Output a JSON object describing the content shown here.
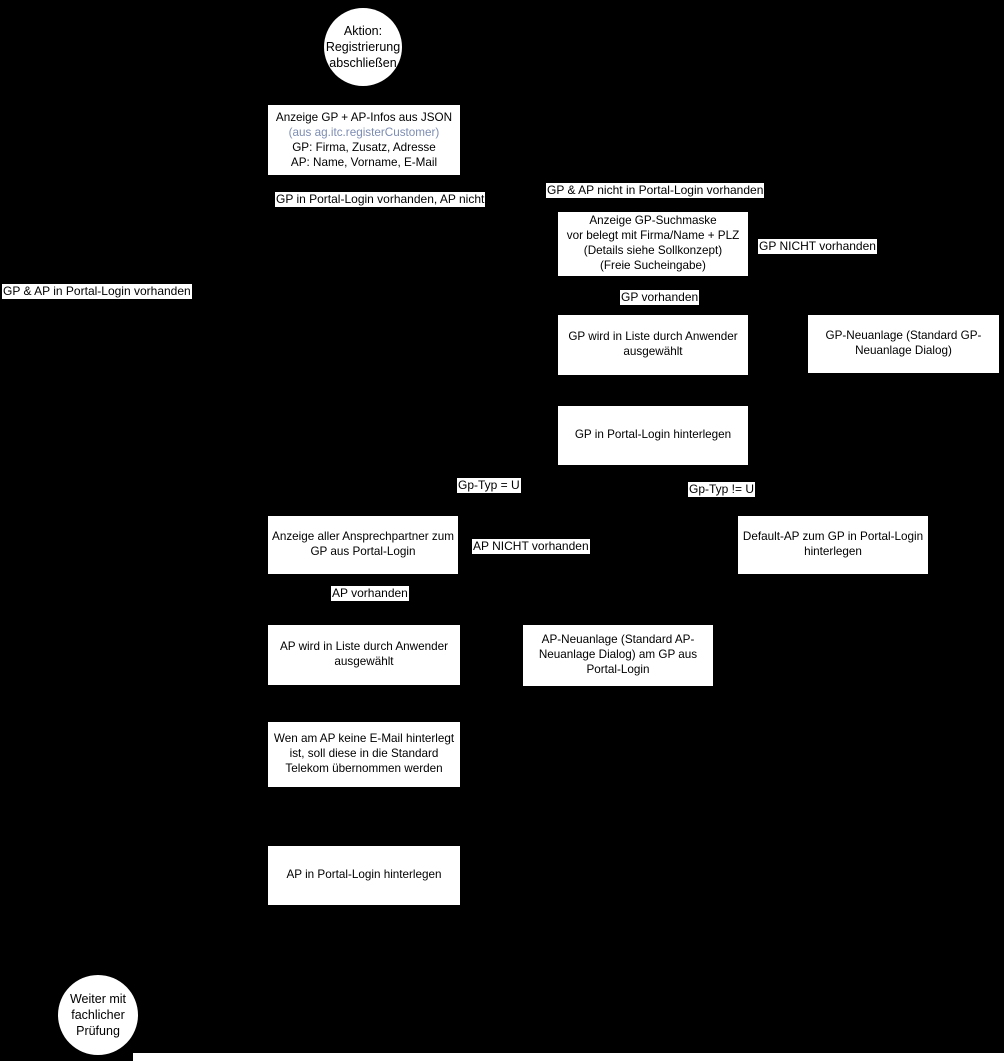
{
  "colors": {
    "background": "#000000",
    "node_fill": "#ffffff",
    "node_text": "#000000",
    "code_ref_text": "#7d8db2"
  },
  "nodes": {
    "start": {
      "label": "Aktion:\nRegistrierung\nabschließen"
    },
    "json_info": {
      "line1": "Anzeige GP + AP-Infos aus JSON",
      "line2": "(aus ag.itc.registerCustomer)",
      "line3": "GP: Firma, Zusatz, Adresse",
      "line4": "AP: Name, Vorname, E-Mail"
    },
    "gp_suchmaske": {
      "label": "Anzeige GP-Suchmaske\nvor belegt mit Firma/Name + PLZ\n(Details siehe Sollkonzept)\n(Freie Sucheingabe)"
    },
    "gp_liste": {
      "label": "GP wird in Liste durch Anwender ausgewählt"
    },
    "gp_neuanlage": {
      "label": "GP-Neuanlage (Standard GP-Neuanlage Dialog)"
    },
    "gp_hinterlegen": {
      "label": "GP in Portal-Login hinterlegen"
    },
    "ap_anzeige": {
      "label": "Anzeige aller Ansprechpartner zum GP aus Portal-Login"
    },
    "default_ap": {
      "label": "Default-AP zum GP in Portal-Login hinterlegen"
    },
    "ap_liste": {
      "label": "AP wird in Liste durch Anwender ausgewählt"
    },
    "ap_neuanlage": {
      "label": "AP-Neuanlage (Standard AP-Neuanlage Dialog) am GP aus Portal-Login"
    },
    "ap_email_hinweis": {
      "label": "Wen am AP keine E-Mail hinterlegt ist, soll diese in die Standard Telekom übernommen werden"
    },
    "ap_hinterlegen": {
      "label": "AP in Portal-Login hinterlegen"
    },
    "end": {
      "label": "Weiter mit\nfachlicher\nPrüfung"
    }
  },
  "edge_labels": {
    "gp_vorhanden_ap_nicht": "GP in Portal-Login vorhanden, AP nicht",
    "gp_ap_nicht_vorhanden": "GP & AP nicht in Portal-Login vorhanden",
    "gp_nicht_vorhanden": "GP NICHT vorhanden",
    "gp_ap_vorhanden": "GP & AP in Portal-Login vorhanden",
    "gp_vorhanden": "GP vorhanden",
    "gp_typ_u": "Gp-Typ = U",
    "gp_typ_not_u": "Gp-Typ != U",
    "ap_nicht_vorhanden": "AP NICHT vorhanden",
    "ap_vorhanden": "AP vorhanden"
  }
}
